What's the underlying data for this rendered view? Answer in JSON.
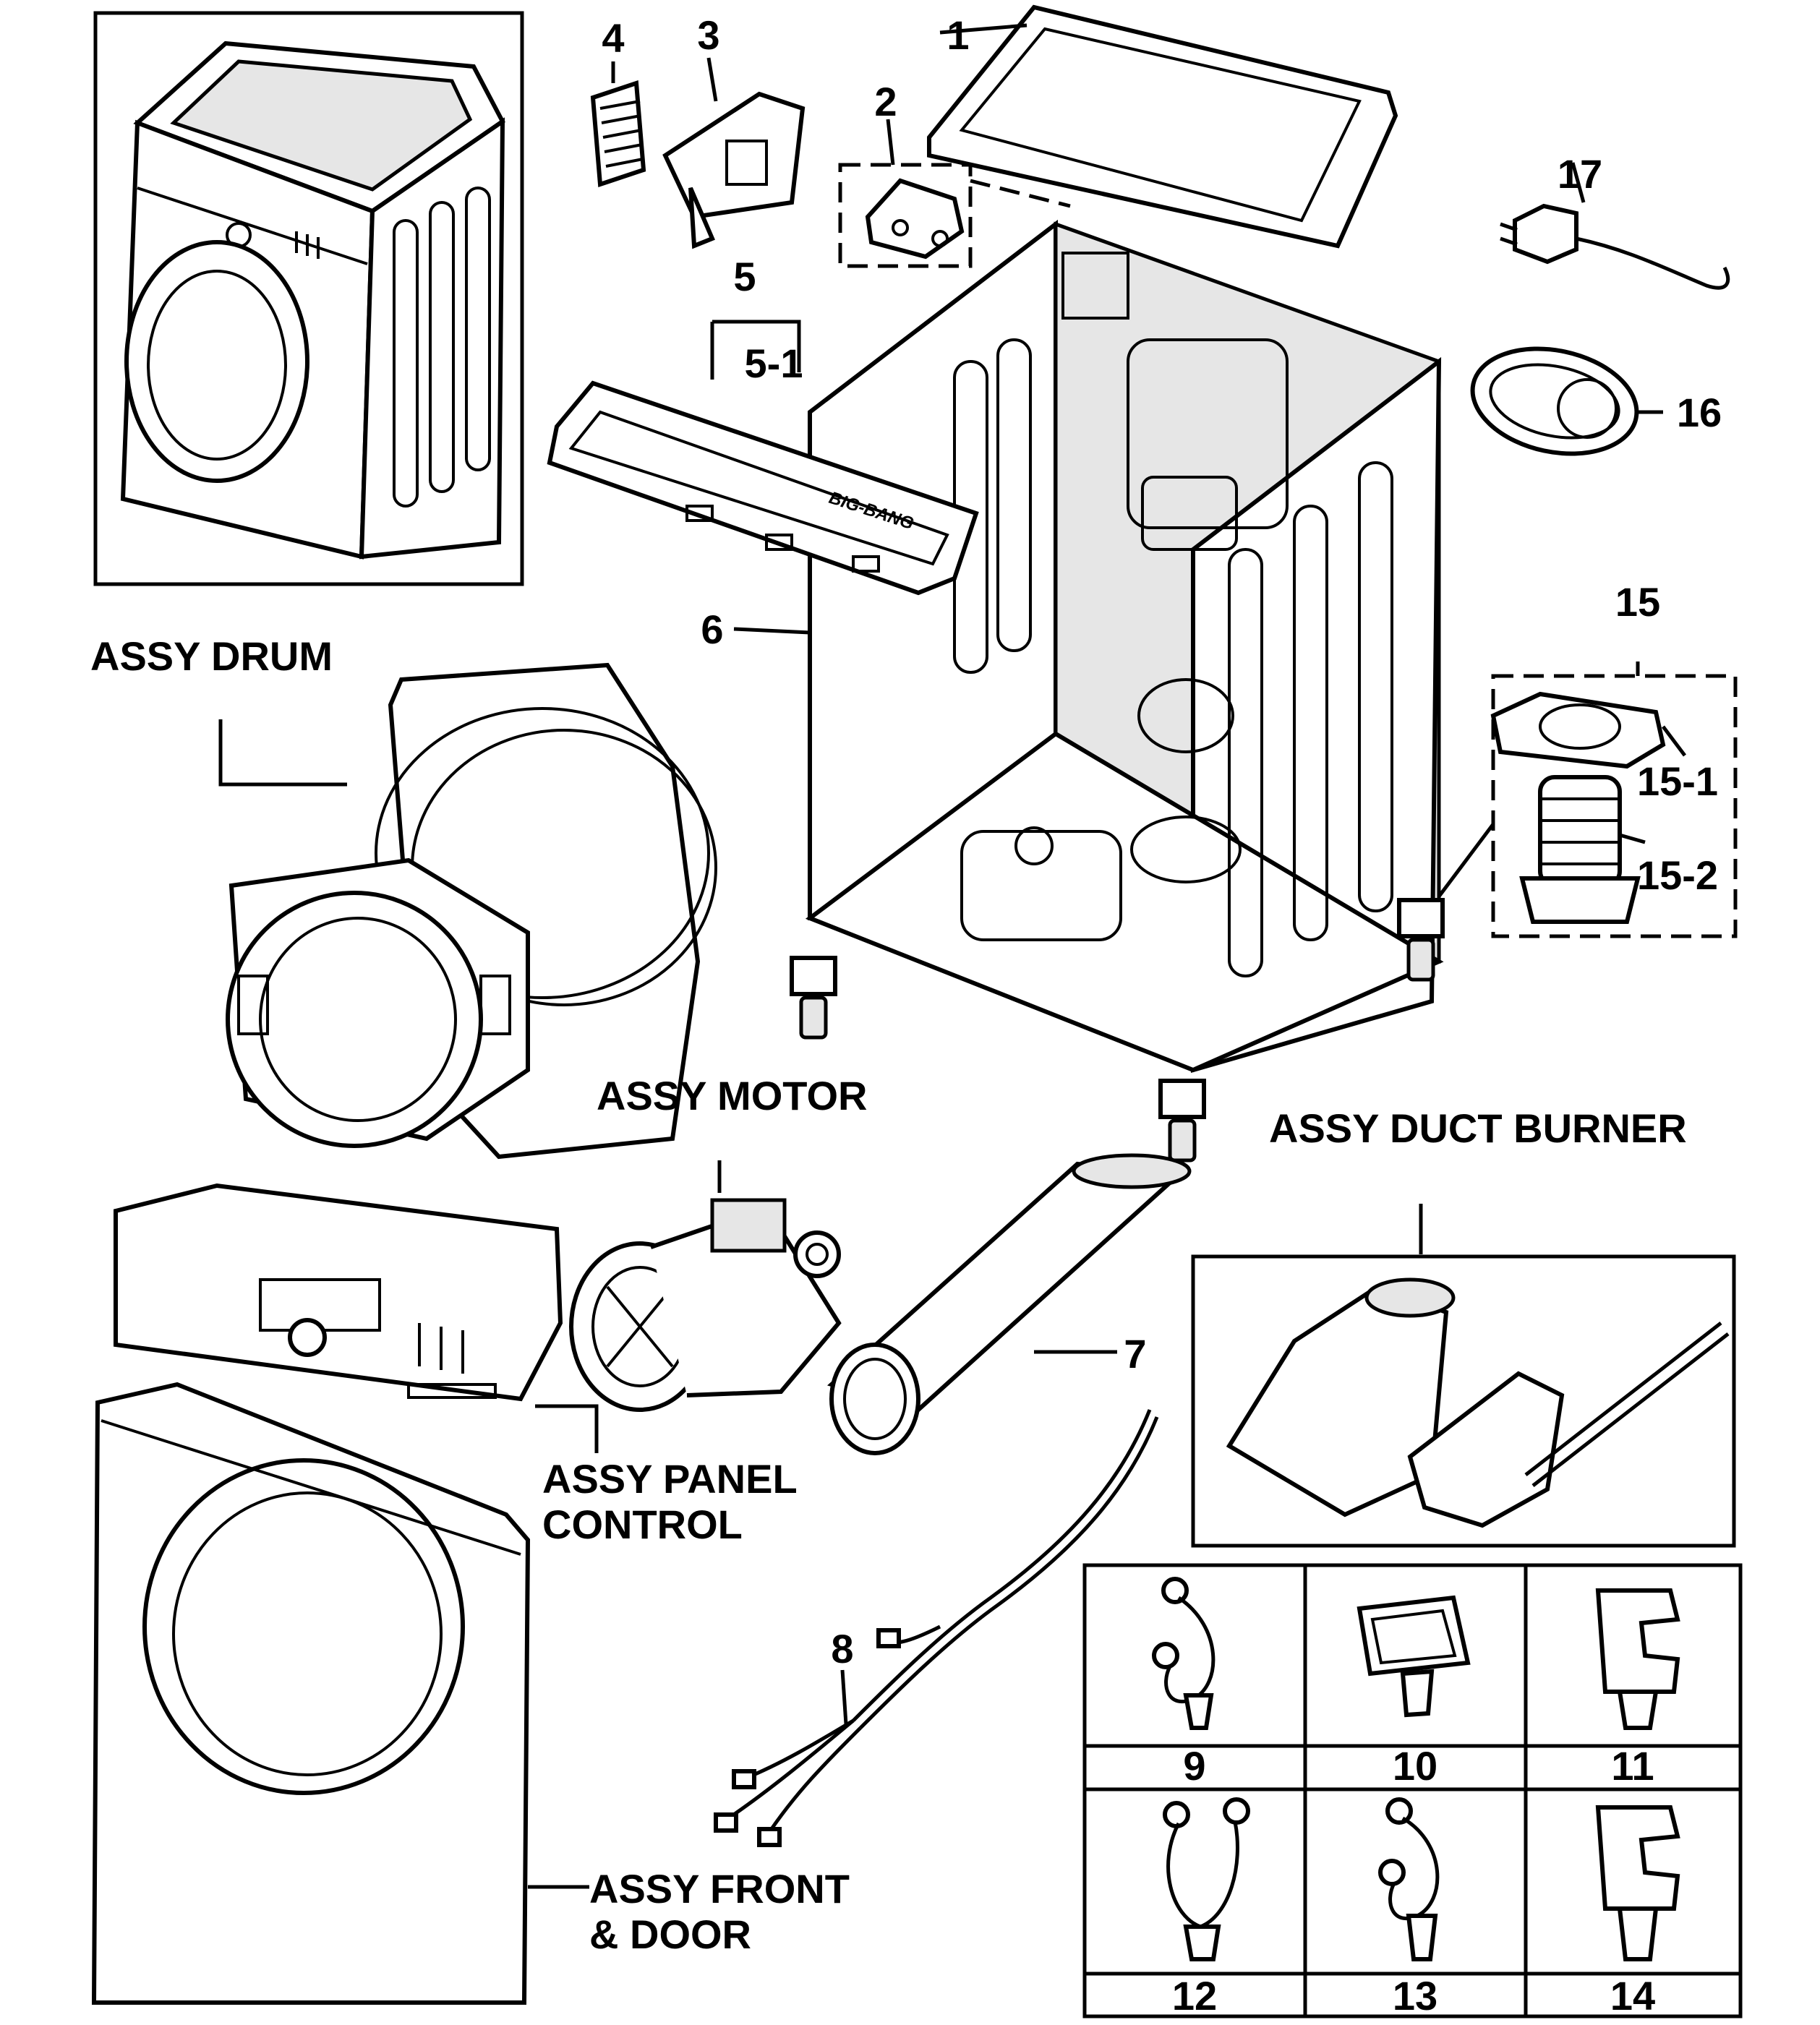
{
  "labels": {
    "p1": "1",
    "p2": "2",
    "p3": "3",
    "p4": "4",
    "p5": "5",
    "p5_1": "5-1",
    "p6": "6",
    "p7": "7",
    "p8": "8",
    "p15": "15",
    "p15_1": "15-1",
    "p15_2": "15-2",
    "p16": "16",
    "p17": "17"
  },
  "assemblies": {
    "drum": "ASSY DRUM",
    "motor": "ASSY MOTOR",
    "duct_burner": "ASSY DUCT BURNER",
    "panel_control_1": "ASSY PANEL",
    "panel_control_2": "CONTROL",
    "front_door_1": "ASSY FRONT",
    "front_door_2": "& DOOR"
  },
  "clip_table": {
    "row1": [
      "9",
      "10",
      "11"
    ],
    "row2": [
      "12",
      "13",
      "14"
    ]
  },
  "brand_mark": "BIG-BANG"
}
